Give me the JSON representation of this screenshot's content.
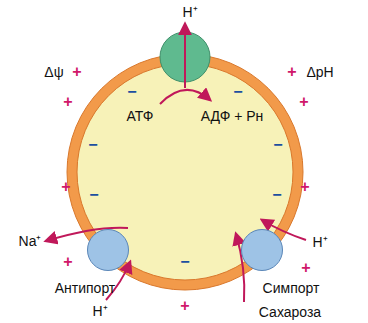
{
  "diagram": {
    "nodes": [
      {
        "text": [
          "Антипорт"
        ]
      },
      {
        "text": [
          "Симпорт"
        ]
      }
    ],
    "labels": [
      "H⁺",
      "Δψ",
      "+",
      "+",
      "ΔpH",
      "АТФ",
      "АДФ + Pн",
      "+",
      "+",
      "+",
      "+",
      "+",
      "+",
      "+",
      "−",
      "−",
      "−",
      "−",
      "−",
      "−",
      "−",
      "Na⁺",
      "H⁺",
      "H⁺",
      "Сахароза"
    ]
  }
}
